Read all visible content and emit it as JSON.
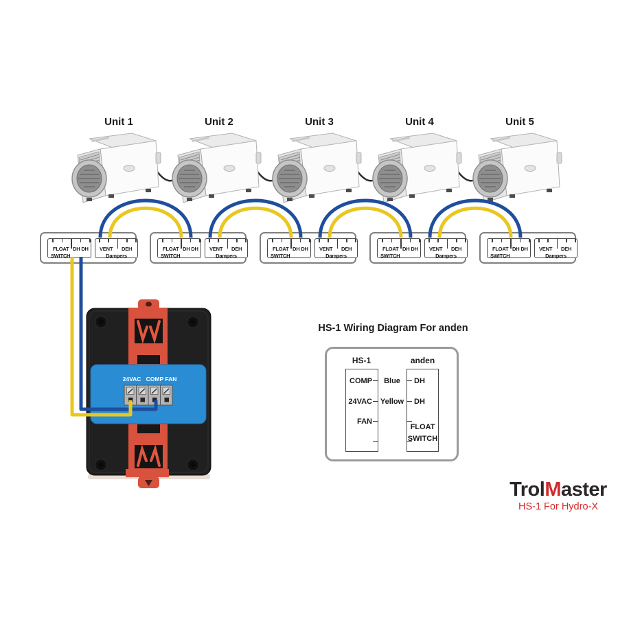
{
  "colors": {
    "wire_blue": "#1e4e9d",
    "wire_yellow": "#e9c71f",
    "device_red": "#d9523e",
    "device_blue": "#2a8cd2",
    "logo_red": "#d22b2b"
  },
  "units": [
    {
      "label": "Unit 1"
    },
    {
      "label": "Unit 2"
    },
    {
      "label": "Unit 3"
    },
    {
      "label": "Unit 4"
    },
    {
      "label": "Unit 5"
    }
  ],
  "terminal_block": {
    "float": "FLOAT",
    "dh": "DH DH",
    "switch": "SWITCH",
    "vent": "VENT",
    "deh": "DEH",
    "dampers": "Dampers"
  },
  "device": {
    "label_24vac": "24VAC",
    "label_comp_fan": "COMP FAN"
  },
  "wiring_diagram": {
    "title": "HS-1 Wiring Diagram For anden",
    "left_header": "HS-1",
    "right_header": "anden",
    "left_terminals": [
      "COMP",
      "24VAC",
      "FAN"
    ],
    "right_terminals": [
      "DH",
      "DH"
    ],
    "float_label": "FLOAT",
    "switch_label": "SWITCH",
    "wire_labels": [
      "Blue",
      "Yellow"
    ]
  },
  "logo": {
    "part1": "Trol",
    "part2": "M",
    "part3": "aster",
    "subtitle": "HS-1 For Hydro-X"
  }
}
